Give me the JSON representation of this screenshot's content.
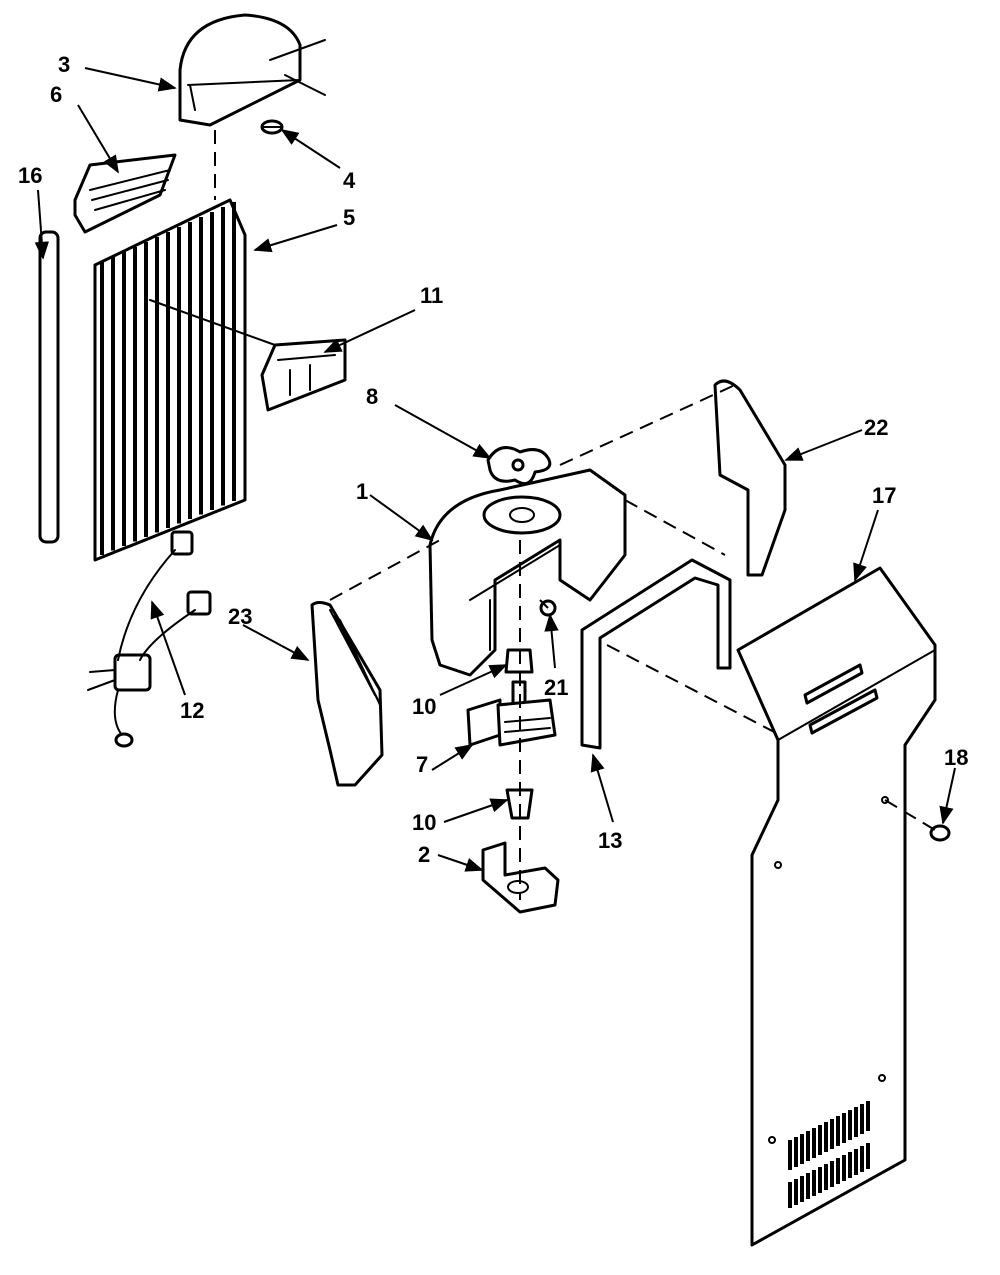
{
  "callouts": {
    "c1": "1",
    "c2": "2",
    "c3": "3",
    "c4": "4",
    "c5": "5",
    "c6": "6",
    "c7": "7",
    "c8": "8",
    "c10a": "10",
    "c10b": "10",
    "c11": "11",
    "c12": "12",
    "c13": "13",
    "c16": "16",
    "c17": "17",
    "c18": "18",
    "c21": "21",
    "c22": "22",
    "c23": "23"
  }
}
